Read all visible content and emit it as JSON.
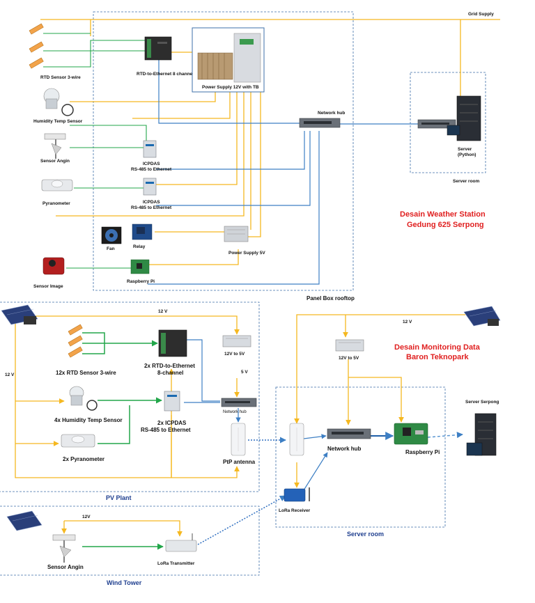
{
  "top": {
    "grid_supply": "Grid Supply",
    "rtd_sensor": "RTD Sensor 3-wire",
    "rtd_eth": "RTD-to-Ethernet 8 channel",
    "power_supply_12v": "Power Supply 12V with TB",
    "humidity": "Humidity Temp Sensor",
    "network_hub": "Network hub",
    "sensor_angin": "Sensor Angin",
    "icpdas1_a": "ICPDAS",
    "icpdas1_b": "RS-485 to Ethernet",
    "icpdas2_a": "ICPDAS",
    "icpdas2_b": "RS-485 to Ethernet",
    "pyranometer": "Pyranometer",
    "server_a": "Server",
    "server_b": "(Python)",
    "server_room": "Server room",
    "fan": "Fan",
    "relay": "Relay",
    "power_supply_5v": "Power Supply 5V",
    "sensor_image": "Sensor Image",
    "raspberry": "Raspberry Pi",
    "panel_box": "Panel Box rooftop",
    "title_1": "Desain Weather Station",
    "title_2": "Gedung 625 Serpong"
  },
  "pv": {
    "v12_top": "12 V",
    "v12_left": "12 V",
    "rtd": "12x RTD Sensor 3-wire",
    "rtd_eth_a": "2x RTD-to-Ethernet",
    "rtd_eth_b": "8-channel",
    "conv": "12V to 5V",
    "v5": "5 V",
    "hub": "Network hub",
    "humidity": "4x Humidity Temp Sensor",
    "icpdas_a": "2x ICPDAS",
    "icpdas_b": "RS-485 to Ethernet",
    "ptp": "PtP antenna",
    "pyranometer": "2x Pyranometer",
    "area": "PV Plant"
  },
  "wind": {
    "v12": "12V",
    "sensor_angin": "Sensor Angin",
    "lora_tx": "LoRa Transmitter",
    "area": "Wind Tower"
  },
  "srv": {
    "v12": "12 V",
    "conv": "12V to 5V",
    "title_1": "Desain Monitoring Data",
    "title_2": "Baron Teknopark",
    "server_serpong": "Server Serpong",
    "hub": "Network hub",
    "raspberry": "Raspberry Pi",
    "lora_rx": "LoRa Receiver",
    "area": "Server room"
  },
  "colors": {
    "power": "#f5b820",
    "data": "#3d7fc4",
    "sensor": "#22a64a",
    "title": "#e02020",
    "area": "#1f3f8f"
  }
}
